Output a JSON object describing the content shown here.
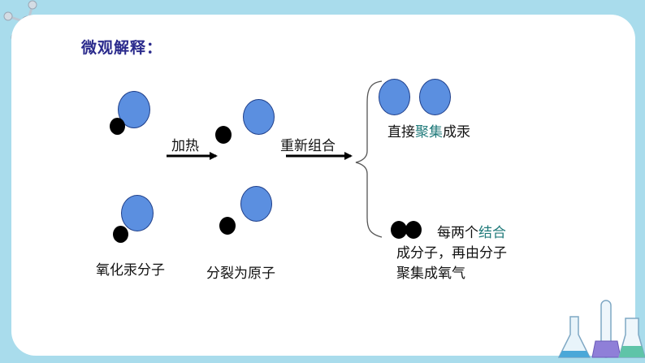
{
  "slide": {
    "title": "微观解释：",
    "arrow1_label": "加热",
    "arrow2_label": "重新组合",
    "left_caption": "氧化汞分子",
    "middle_caption": "分裂为原子",
    "top_result": {
      "prefix": "直接",
      "highlight": "聚集",
      "suffix": "成汞"
    },
    "bottom_result": {
      "line1_prefix": "每两个",
      "line1_highlight": "结合",
      "line2": "成分子，再由分子",
      "line3": "聚集成氧气"
    }
  },
  "colors": {
    "mercury_atom": "#5b8fe0",
    "oxygen_atom": "#000000",
    "title": "#2a2a8c",
    "highlight": "#1f7a7a",
    "background": "#a9dcec"
  }
}
